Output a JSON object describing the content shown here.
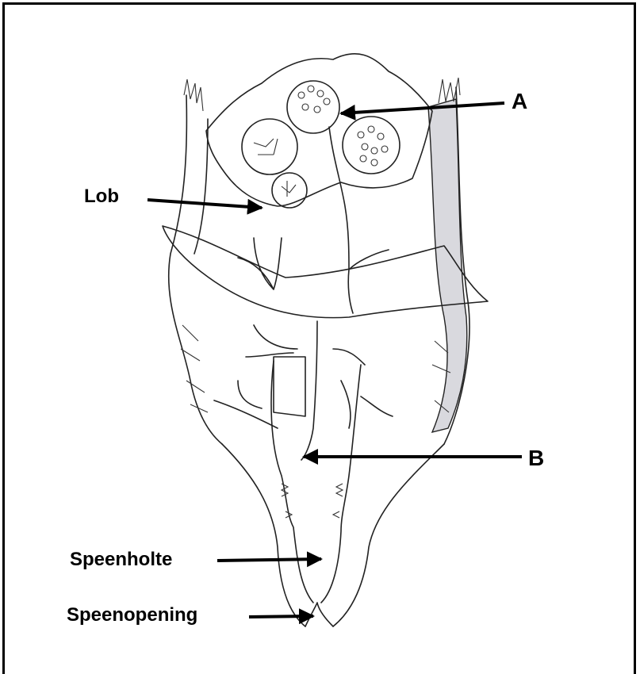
{
  "labels": {
    "a": "A",
    "b": "B",
    "lob": "Lob",
    "speenholte": "Speenholte",
    "speenopening": "Speenopening"
  },
  "colors": {
    "outline": "#222222",
    "shaded_wall": "#d9d9de",
    "arrow": "#000000"
  }
}
